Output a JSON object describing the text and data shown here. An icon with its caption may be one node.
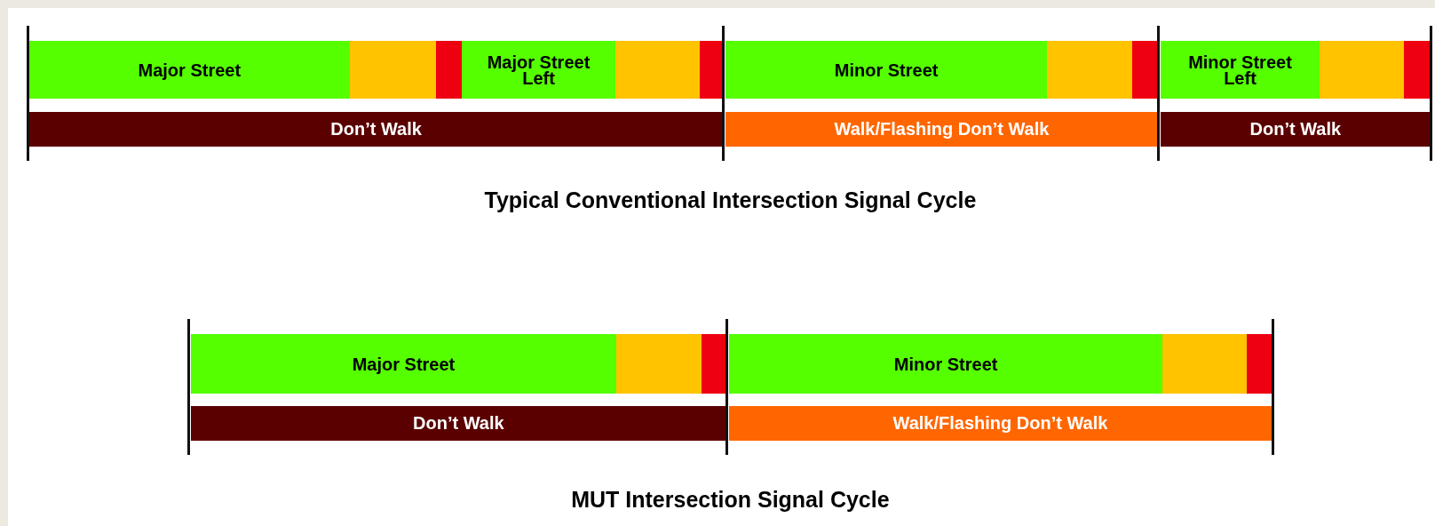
{
  "diagram": {
    "nodes": [
      {
        "text": [
          "Major Street"
        ]
      },
      {
        "text": [],
        "shape": "bar"
      },
      {
        "text": [],
        "shape": "bar"
      },
      {
        "text": [
          "Major Street Left"
        ]
      },
      {
        "text": [],
        "shape": "bar"
      },
      {
        "text": [],
        "shape": "bar"
      },
      {
        "text": [
          "Minor Street"
        ]
      },
      {
        "text": [],
        "shape": "bar"
      },
      {
        "text": [],
        "shape": "bar"
      },
      {
        "text": [
          "Minor Street Left"
        ]
      },
      {
        "text": [],
        "shape": "bar"
      },
      {
        "text": [],
        "shape": "bar"
      },
      {
        "text": [
          "Don’t Walk"
        ]
      },
      {
        "text": [
          "Walk/Flashing Don’t Walk"
        ]
      },
      {
        "text": [
          "Don’t Walk"
        ]
      },
      {
        "text": [
          "Major Street"
        ]
      },
      {
        "text": [],
        "shape": "bar"
      },
      {
        "text": [],
        "shape": "bar"
      },
      {
        "text": [
          "Minor Street"
        ]
      },
      {
        "text": [],
        "shape": "bar"
      },
      {
        "text": [],
        "shape": "bar"
      },
      {
        "text": [
          "Don’t Walk"
        ]
      },
      {
        "text": [
          "Walk/Flashing Don’t Walk"
        ]
      }
    ],
    "edges": [],
    "labels": [
      "Typical Conventional Intersection Signal Cycle",
      "MUT Intersection Signal Cycle"
    ]
  }
}
